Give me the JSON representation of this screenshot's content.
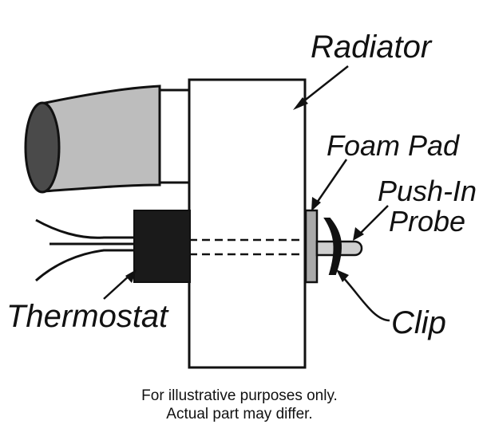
{
  "labels": {
    "radiator": "Radiator",
    "foam_pad": "Foam Pad",
    "probe_line1": "Push-In",
    "probe_line2": "Probe",
    "thermostat": "Thermostat",
    "clip": "Clip"
  },
  "disclaimer": {
    "line1": "For illustrative purposes only.",
    "line2": "Actual part may differ."
  },
  "colors": {
    "ink": "#111111",
    "hose": "#bdbdbd",
    "hose_end": "#4a4a4a",
    "foam_pad": "#a9a9a9",
    "thermostat_body": "#1a1a1a",
    "probe": "#cfcfcf"
  }
}
